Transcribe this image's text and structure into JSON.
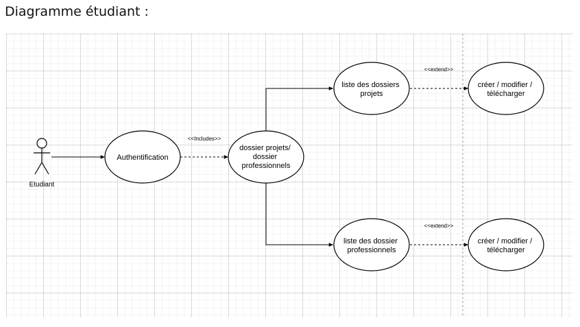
{
  "title": "Diagramme étudiant :",
  "actor": {
    "label": "Etudiant"
  },
  "use_cases": {
    "authentification": [
      "Authentification"
    ],
    "dossiers": [
      "dossier projets/",
      "dossier",
      "professionnels"
    ],
    "liste_projets": [
      "liste des dossiers",
      "projets"
    ],
    "liste_professionnels": [
      "liste des dossier",
      "professionnels"
    ],
    "actions_projets": [
      "créer / modifier /",
      "télécharger"
    ],
    "actions_professionnels": [
      "créer / modifier /",
      "télécharger"
    ]
  },
  "relations": {
    "includes": "<<Includes>>",
    "extend_top": "<<extend>>",
    "extend_bottom": "<<extend>>"
  },
  "colors": {
    "stroke": "#000000",
    "fill": "#ffffff",
    "grid": "#e6e6e6"
  }
}
